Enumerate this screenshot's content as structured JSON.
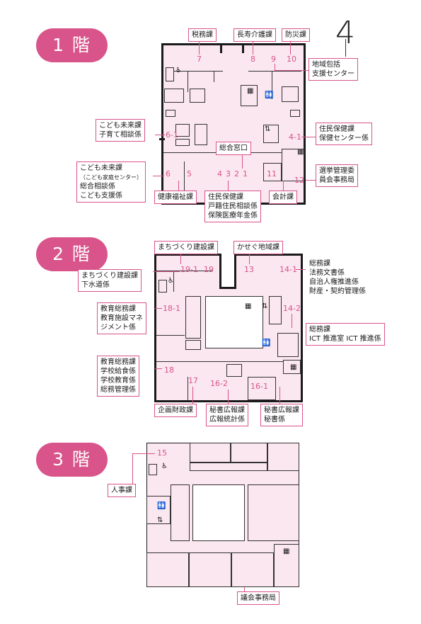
{
  "page_mark": "4",
  "floors": {
    "f1": {
      "badge": "1 階",
      "nums": {
        "n7": "7",
        "n8": "8",
        "n10": "10",
        "n9": "9",
        "n61": "6-1",
        "n41": "4-1",
        "n1": "1",
        "n2": "2",
        "n3": "3",
        "n4": "4",
        "n5": "5",
        "n6": "6",
        "n11": "11",
        "n12": "12"
      },
      "labels": {
        "zeimu": "税務課",
        "chouju": "長寿介護課",
        "bousai": "防災課",
        "chiiki": [
          "地域包括",
          "支援センター"
        ],
        "kodomo_soudan": [
          "こども未来課",
          "子育て相談係"
        ],
        "jumin_hoken": [
          "住民保健課",
          "保健センター係"
        ],
        "sougou": "総合窓口",
        "kodomo_katei": [
          "こども未来課",
          "（こども家庭センター）",
          "総合相談係",
          "こども支援係"
        ],
        "senkyo": [
          "選挙管理委",
          "員会事務局"
        ],
        "kenkou": "健康福祉課",
        "jumin_koseki": [
          "住民保健課",
          "戸籍住民相談係",
          "保険医療年金係"
        ],
        "kaikei": "会計課"
      }
    },
    "f2": {
      "badge": "2 階",
      "nums": {
        "n191": "19-1",
        "n19": "19",
        "n13": "13",
        "n141": "14-1",
        "n181": "18-1",
        "n142": "14-2",
        "n18": "18",
        "n17": "17",
        "n162": "16-2",
        "n161": "16-1"
      },
      "labels": {
        "machi": "まちづくり建設課",
        "kaseg": "かせぐ地域課",
        "soumu_right": [
          "総務課",
          "法務文書係",
          "自治人権推進係",
          "財産・契約管理係"
        ],
        "machi_gesui": [
          "まちづくり建設課",
          "下水道係"
        ],
        "kyouiku_shisetsu": [
          "教育総務課",
          "教育施設マネ",
          "ジメント係"
        ],
        "soumu_ict": [
          "総務課",
          "ICT 推進室 ICT 推進係"
        ],
        "kyouiku_gakkou": [
          "教育総務課",
          "学校給食係",
          "学校教育係",
          "総務管理係"
        ],
        "kikaku": "企画財政課",
        "hisho_toukei": [
          "秘書広報課",
          "広報統計係"
        ],
        "hisho_hisho": [
          "秘書広報課",
          "秘書係"
        ]
      }
    },
    "f3": {
      "badge": "3 階",
      "nums": {
        "n15": "15"
      },
      "labels": {
        "jinji": "人事課",
        "gikai": "議会事務局"
      }
    }
  },
  "colors": {
    "accent": "#d8548a",
    "floor_fill": "#fbe7ef",
    "wall": "#1a1a1a"
  },
  "icons": [
    "accessible-toilet-icon",
    "wheelchair-icon",
    "elevator-icon",
    "stairs-icon",
    "toilet-icon"
  ]
}
